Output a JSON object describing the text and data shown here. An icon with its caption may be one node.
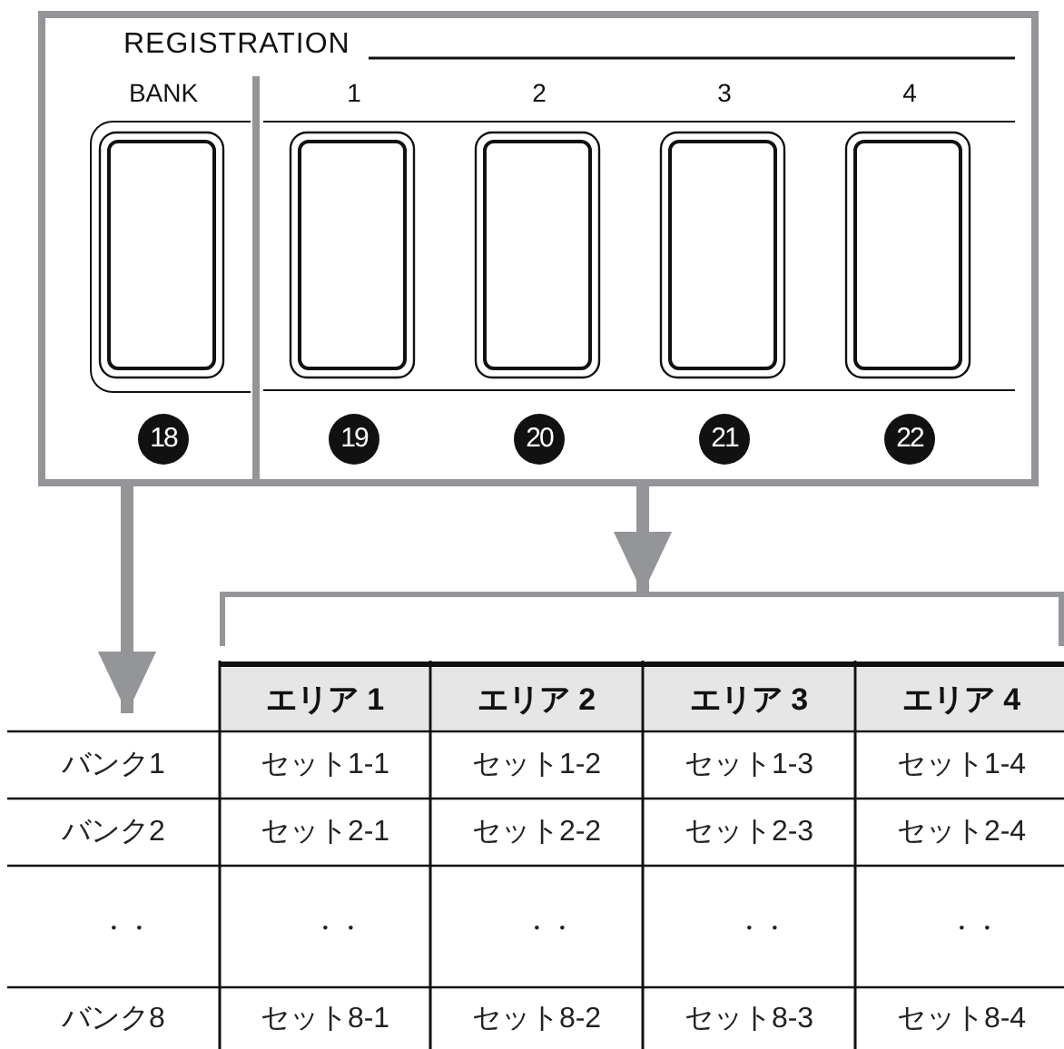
{
  "diagram": {
    "nodes": [
      {
        "text": [
          "REGISTRATION"
        ]
      },
      {
        "text": [],
        "shape": "box",
        "in": 0
      },
      {
        "text": [
          "BANK"
        ],
        "beside": [
          "18"
        ],
        "in": 1
      },
      {
        "text": [],
        "shape": "box",
        "in": 0
      },
      {
        "text": [
          "1"
        ],
        "beside": [
          "19"
        ],
        "in": 3
      },
      {
        "text": [
          "2"
        ],
        "beside": [
          "20"
        ],
        "in": 3
      },
      {
        "text": [
          "3"
        ],
        "beside": [
          "21"
        ],
        "in": 3
      },
      {
        "text": [
          "4"
        ],
        "beside": [
          "22"
        ],
        "in": 3
      },
      {
        "text": [],
        "shape": "bracket"
      }
    ],
    "edges": [
      {
        "from": 1,
        "to": null,
        "arrow": "to"
      },
      {
        "from": 3,
        "to": 8,
        "arrow": "to"
      }
    ],
    "labels": [
      "エリア 1",
      "エリア 2",
      "エリア 3",
      "エリア 4",
      "バンク1",
      "セット1-1",
      "セット1-2",
      "セット1-3",
      "セット1-4",
      "バンク2",
      "セット2-1",
      "セット2-2",
      "セット2-3",
      "セット2-4",
      "・・",
      "・・",
      "・・",
      "・・",
      "・・",
      "バンク8",
      "セット8-1",
      "セット8-2",
      "セット8-3",
      "セット8-4"
    ]
  }
}
